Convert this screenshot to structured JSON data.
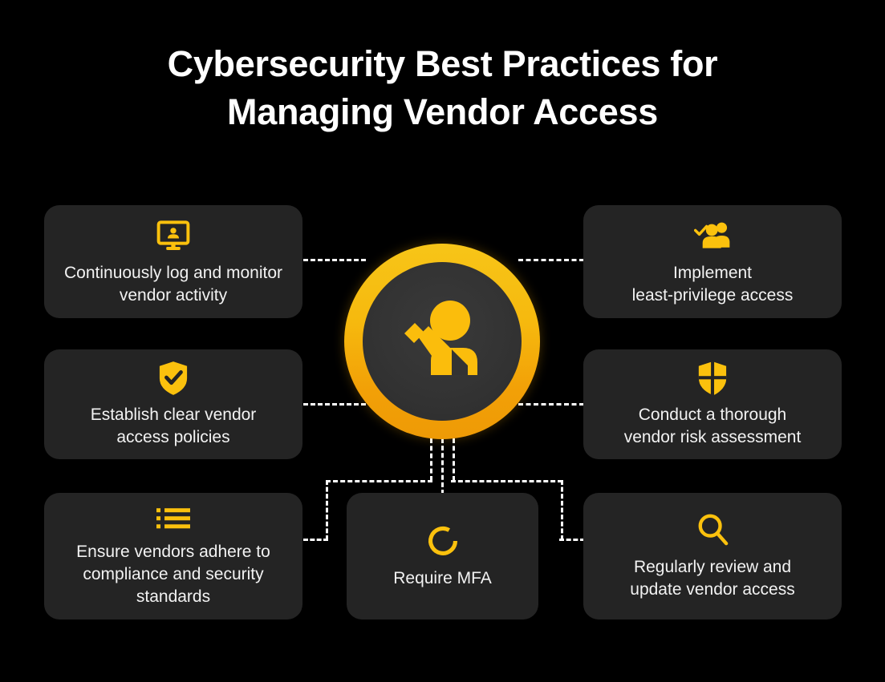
{
  "theme": {
    "background": "#000000",
    "card_background": "#242424",
    "accent_yellow": "#FBC10D",
    "accent_orange": "#EE9A06",
    "text_color": "#F2F2F2",
    "title_color": "#FFFFFF",
    "connector_color": "#FFFFFF"
  },
  "title": {
    "line1": "Cybersecurity Best Practices for",
    "line2": "Managing Vendor Access",
    "full": "Cybersecurity Best Practices for Managing Vendor Access"
  },
  "hub": {
    "icon": "user-edit-icon",
    "label": ""
  },
  "cards": [
    {
      "id": "monitor",
      "icon": "monitor-user-icon",
      "label": "Continuously log and monitor\nvendor activity",
      "position": "top-left"
    },
    {
      "id": "users",
      "icon": "users-check-icon",
      "label": "Implement\nleast-privilege access",
      "position": "top-right"
    },
    {
      "id": "shield",
      "icon": "shield-check-icon",
      "label": "Establish clear vendor\naccess policies",
      "position": "middle-left"
    },
    {
      "id": "risk",
      "icon": "shield-quarter-icon",
      "label": "Conduct a thorough\nvendor risk assessment",
      "position": "middle-right"
    },
    {
      "id": "list",
      "icon": "list-icon",
      "label": "Ensure vendors adhere to\ncompliance and security\nstandards",
      "position": "bottom-left"
    },
    {
      "id": "mfa",
      "icon": "ring-gap-icon",
      "label": "Require MFA",
      "position": "bottom-center"
    },
    {
      "id": "search",
      "icon": "magnifier-icon",
      "label": "Regularly review and\nupdate vendor access",
      "position": "bottom-right"
    }
  ]
}
